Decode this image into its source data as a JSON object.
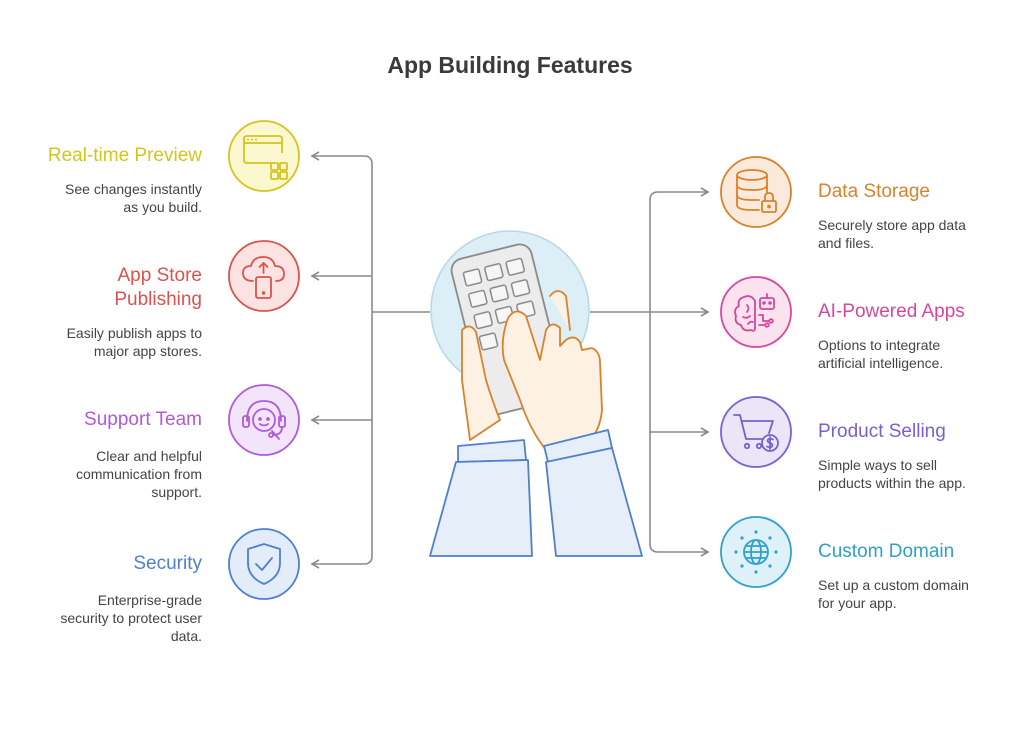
{
  "title": "App Building Features",
  "features": {
    "realtime_preview": {
      "title": "Real-time Preview",
      "desc": [
        "See changes instantly",
        "as you build."
      ],
      "color": "#d4c41e",
      "fill": "#fbf7cf",
      "icon": "browser-window-icon"
    },
    "app_store": {
      "title": [
        "App Store",
        "Publishing"
      ],
      "desc": [
        "Easily publish apps to",
        "major app stores."
      ],
      "color": "#d9534f",
      "fill": "#fbe3e2",
      "icon": "cloud-upload-phone-icon"
    },
    "support_team": {
      "title": "Support Team",
      "desc": [
        "Clear and helpful",
        "communication from",
        "support."
      ],
      "color": "#b05ad6",
      "fill": "#f2e4f9",
      "icon": "headset-agent-icon"
    },
    "security": {
      "title": "Security",
      "desc": [
        "Enterprise-grade",
        "security to protect user",
        "data."
      ],
      "color": "#4f7fcf",
      "fill": "#e3ecf9",
      "icon": "shield-check-icon"
    },
    "data_storage": {
      "title": "Data Storage",
      "desc": [
        "Securely store app data",
        "and files."
      ],
      "color": "#d9822b",
      "fill": "#fbeadb",
      "icon": "database-lock-icon"
    },
    "ai_apps": {
      "title": "AI-Powered Apps",
      "desc": [
        "Options to integrate",
        "artificial intelligence."
      ],
      "color": "#d6479b",
      "fill": "#fae2ef",
      "icon": "brain-robot-icon"
    },
    "product_selling": {
      "title": "Product Selling",
      "desc": [
        "Simple ways to sell",
        "products within the app."
      ],
      "color": "#7a5fd0",
      "fill": "#ebe5f8",
      "icon": "cart-dollar-icon"
    },
    "custom_domain": {
      "title": "Custom Domain",
      "desc": [
        "Set up a custom domain",
        "for your app."
      ],
      "color": "#2fa0c9",
      "fill": "#dff1f8",
      "icon": "globe-icon"
    }
  },
  "colors": {
    "connector": "#8a8a8a",
    "hub": "#dceef6",
    "hand_stroke": "#d9822b",
    "sleeve_stroke": "#4f7fcf",
    "sleeve_fill": "#e6eefa"
  },
  "center_icon": "hands-tablet-icon"
}
